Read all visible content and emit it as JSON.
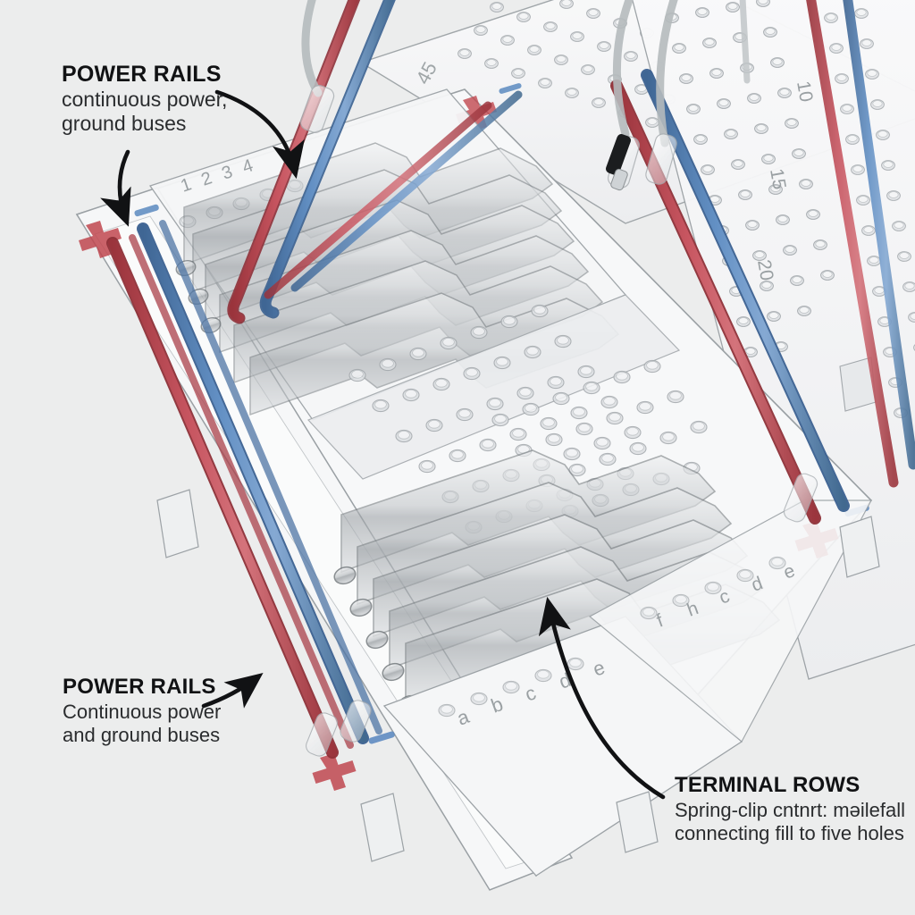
{
  "figure": {
    "subject": "solderless-breadboard-cutaway-illustration",
    "background_color": "#eceded"
  },
  "palette": {
    "background": "#eceded",
    "plastic_body": "#f4f5f6",
    "plastic_shadow": "#d9dbdd",
    "outline": "#8d9295",
    "metal_clip": "#b9bdc0",
    "metal_clip_dark": "#6f7579",
    "wire_red": "#c0474f",
    "wire_blue": "#5b89c0",
    "wire_red_dark": "#93333b",
    "wire_blue_dark": "#3f6694",
    "hole_fill": "#e4e6e8",
    "hole_ring": "#a7acaf",
    "label_gray": "#9aa0a3",
    "annotation_black": "#111214",
    "component_black": "#1b1d1f"
  },
  "callouts": [
    {
      "id": "power-rails-top",
      "title": "POWER RAILS",
      "body_lines": [
        "continuous power,",
        "ground buses"
      ],
      "arrow": "curved-arrow-down-right"
    },
    {
      "id": "power-rails-bottom",
      "title": "POWER RAILS",
      "body_lines": [
        "Continuous power",
        "and ground buses"
      ],
      "arrow": "curved-arrow-up-right"
    },
    {
      "id": "terminal-rows",
      "title": "TERMINAL ROWS",
      "body_lines": [
        "Spring-clip cntnrt: məilefall",
        "connecting fill to five holes"
      ],
      "arrow": "curved-arrow-up-left"
    }
  ],
  "board_markings": {
    "column_numbers_front_board": [
      "1",
      "2",
      "3",
      "4"
    ],
    "column_numbers_far_board": [
      "45"
    ],
    "column_numbers_right_board": [
      "10",
      "15",
      "20"
    ],
    "row_letters_front": [
      "a",
      "b",
      "c",
      "d",
      "e"
    ],
    "row_letters_rear": [
      "f",
      "h",
      "c",
      "d",
      "e"
    ],
    "rail_markers": [
      {
        "id": "left-rail-plus",
        "glyph": "+",
        "color": "#c0474f"
      },
      {
        "id": "left-rail-minus",
        "glyph": "–",
        "color": "#5b89c0"
      },
      {
        "id": "bottom-rail-plus",
        "glyph": "+",
        "color": "#c0474f"
      },
      {
        "id": "bottom-rail-minus",
        "glyph": "–",
        "color": "#5b89c0"
      },
      {
        "id": "right-rail-plus",
        "glyph": "+",
        "color": "#c0474f"
      },
      {
        "id": "right-rail-minus",
        "glyph": "–",
        "color": "#5b89c0"
      },
      {
        "id": "rear-rail-plus",
        "glyph": "+",
        "color": "#c0474f"
      },
      {
        "id": "rear-rail-minus",
        "glyph": "–",
        "color": "#5b89c0"
      }
    ]
  }
}
